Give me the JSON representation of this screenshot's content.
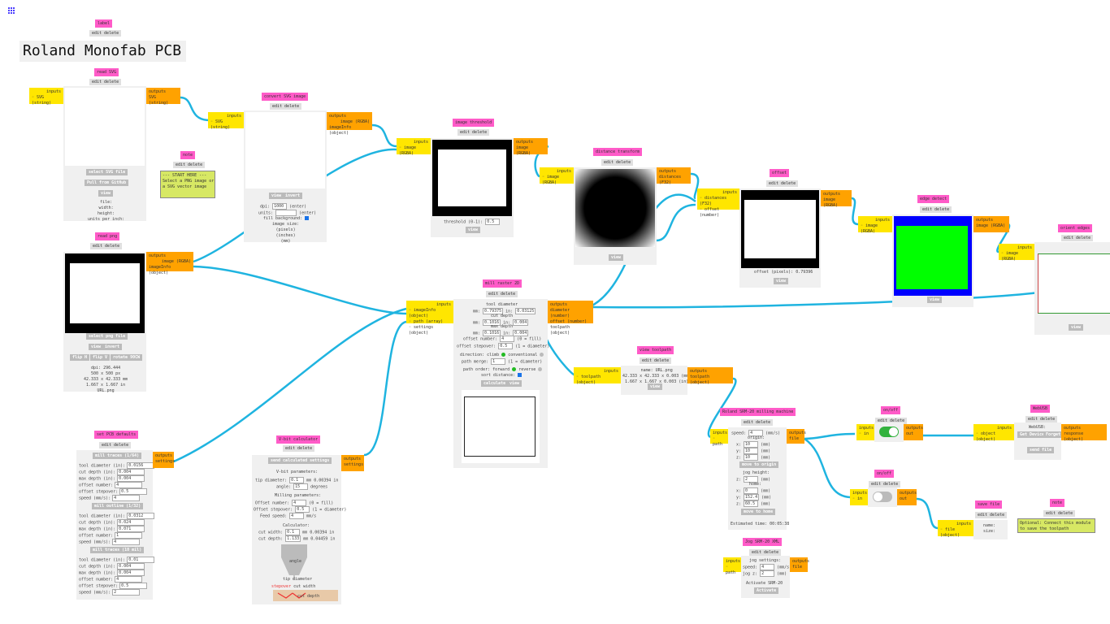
{
  "app": {
    "menu_icon": "grid-icon"
  },
  "label_module": {
    "tag": "label",
    "edit": "edit delete",
    "title": "Roland Monofab PCB"
  },
  "read_svg": {
    "tag": "read SVG",
    "edit": "edit delete",
    "inputs": "inputs",
    "in1": "◦ SVG (string)",
    "outputs": "outputs",
    "out1": "SVG (string)",
    "btn_select": "select SVG file",
    "btn_fetch": "Pull from GitHub",
    "btn_view": "view",
    "info": "file:\nwidth:\nheight:\nunits per inch:"
  },
  "note1": {
    "tag": "note",
    "edit": "edit delete",
    "text": "--- START HERE ---\nSelect a PNG image or\na SVG vector image"
  },
  "convert_svg": {
    "tag": "convert SVG image",
    "edit": "edit delete",
    "inputs": "inputs",
    "in1": "◦ SVG (string)",
    "outputs": "outputs",
    "out1": "image (RGBA)",
    "out2": "imageInfo (object)",
    "btn_view": "view",
    "btn_invert": "invert",
    "dpi_label": "dpi:",
    "dpi_val": "1000",
    "dpi_unit": "(enter)",
    "units_label": "units:",
    "units_unit": "(enter)",
    "fill_label": "fill background:",
    "info": "image size:\n(pixels)\n(inches)\n(mm)"
  },
  "image_threshold": {
    "tag": "image threshold",
    "edit": "edit delete",
    "inputs": "inputs",
    "in1": "◦ image (RGBA)",
    "outputs": "outputs",
    "out1": "image (RGBA)",
    "thr_label": "threshold (0-1):",
    "thr_val": "0.5",
    "btn_view": "view"
  },
  "distance_transform": {
    "tag": "distance transform",
    "edit": "edit delete",
    "inputs": "inputs",
    "in1": "◦ image (RGBA)",
    "outputs": "outputs",
    "out1": "distances (F32)",
    "btn_view": "view"
  },
  "offset": {
    "tag": "offset",
    "edit": "edit delete",
    "inputs": "inputs",
    "in1": "◦ distances (F32)",
    "in2": "◦ offset (number)",
    "outputs": "outputs",
    "out1": "image (RGBA)",
    "off_label": "offset (pixels):",
    "off_val": "0.79396",
    "btn_view": "view"
  },
  "edge_detect": {
    "tag": "edge detect",
    "edit": "edit delete",
    "inputs": "inputs",
    "in1": "◦ image (RGBA)",
    "outputs": "outputs",
    "out1": "image (RGBA)",
    "btn_view": "view"
  },
  "orient_edges": {
    "tag": "orient edges",
    "edit": "edit delete",
    "inputs": "inputs",
    "in1": "◦ image (RGBA)",
    "btn_view": "view"
  },
  "read_png": {
    "tag": "read png",
    "edit": "edit delete",
    "outputs": "outputs",
    "out1": "image (RGBA)",
    "out2": "imageInfo (object)",
    "btn_select": "select png file",
    "btn_view": "view",
    "btn_invert": "invert",
    "btn_fliph": "flip H",
    "btn_flipv": "flip V",
    "btn_rotate": "rotate 90CW",
    "info": "dpi: 296.444\n500 x 500 px\n42.333 x 42.333 mm\n1.667 x 1.667 in\nURL.png"
  },
  "mill_raster": {
    "tag": "mill raster 2D",
    "edit": "edit delete",
    "inputs": "inputs",
    "in1": "◦ imageInfo (object)",
    "in2": "◦ path (array)",
    "in3": "◦ settings (object)",
    "outputs": "outputs",
    "out1": "diameter (number)",
    "out2": "offset (number)",
    "out3": "toolpath (object)",
    "td_label": "tool diameter",
    "td_mm": "0.79375",
    "td_in": "0.03125",
    "cd_label": "cut depth",
    "cd_mm": "0.1016",
    "cd_in": "0.004",
    "md_label": "max depth",
    "md_mm": "0.1016",
    "md_in": "0.004",
    "on_label": "offset number:",
    "on_val": "4",
    "on_hint": "(0 = fill)",
    "os_label": "offset stepover:",
    "os_val": "0.5",
    "os_hint": "(1 = diameter)",
    "dir_label": "direction: climb",
    "dir_alt": "conventional",
    "pm_label": "path merge:",
    "pm_val": "1",
    "pm_hint": "(1 = diameter)",
    "po_label": "path order: forward",
    "po_alt": "reverse",
    "sd_label": "sort distance:",
    "btn_calc": "calculate",
    "btn_view": "view",
    "mm": "mm:",
    "in": "in:"
  },
  "view_toolpath": {
    "tag": "view toolpath",
    "edit": "edit delete",
    "inputs": "inputs",
    "in1": "◦ toolpath (object)",
    "outputs": "outputs",
    "out1": "toolpath (object)",
    "info": "name: URL.png\n42.333 x 42.333 x 0.003 (mm)\n1.667 x 1.667 x 0.003 (in)",
    "btn_view": "view"
  },
  "set_pcb": {
    "tag": "set PCB defaults",
    "edit": "edit delete",
    "outputs": "outputs",
    "out1": "settings",
    "h1": "mill traces (1/64)",
    "h2": "mill outline (1/32)",
    "h3": "mill traces (10 mil)",
    "r1": [
      [
        "tool diameter (in):",
        "0.0156"
      ],
      [
        "cut depth (in):",
        "0.004"
      ],
      [
        "max depth (in):",
        "0.004"
      ],
      [
        "offset number:",
        "4"
      ],
      [
        "offset stepover:",
        "0.5"
      ],
      [
        "speed (mm/s):",
        "4"
      ]
    ],
    "r2": [
      [
        "tool diameter (in):",
        "0.0312"
      ],
      [
        "cut depth (in):",
        "0.024"
      ],
      [
        "max depth (in):",
        "0.071"
      ],
      [
        "offset number:",
        "1"
      ],
      [
        "speed (mm/s):",
        "4"
      ]
    ],
    "r3": [
      [
        "tool diameter (in):",
        "0.01"
      ],
      [
        "cut depth (in):",
        "0.004"
      ],
      [
        "max depth (in):",
        "0.004"
      ],
      [
        "offset number:",
        "4"
      ],
      [
        "offset stepover:",
        "0.5"
      ],
      [
        "speed (mm/s):",
        "2"
      ]
    ]
  },
  "vbit": {
    "tag": "V-bit calculator",
    "edit": "edit delete",
    "outputs": "outputs",
    "out1": "settings",
    "btn_send": "send calculated settings",
    "vbit_params": "V-bit parameters:",
    "tip_label": "tip diameter:",
    "tip_mm": "0.1",
    "tip_unit": "mm",
    "tip_in": "0.00394",
    "tip_in_unit": "in",
    "angle_label": "angle:",
    "angle_val": "15",
    "angle_unit": "degrees",
    "mill_params": "Milling parameters:",
    "on_label": "Offset number:",
    "on_val": "4",
    "on_hint": "(0 = fill)",
    "os_label": "Offset stepover:",
    "os_val": "0.5",
    "os_hint": "(1 = diameter)",
    "fs_label": "Feed speed:",
    "fs_val": "4",
    "fs_unit": "mm/s",
    "calc_label": "Calculator:",
    "cw_label": "cut width:",
    "cw_mm": "0.1",
    "cw_in": "0.00394",
    "cd_label": "cut depth:",
    "cd_mm": "1.133",
    "cd_in": "0.04459",
    "angle_word": "angle",
    "tip_word": "tip diameter",
    "stepover_word": "stepover",
    "cutwidth_word": "cut width",
    "cutdepth_word": "cut depth"
  },
  "roland": {
    "tag": "Roland SRM-20 milling machine",
    "edit": "edit delete",
    "inputs": "inputs",
    "in1": "◦ path",
    "outputs": "outputs",
    "out1": "file",
    "speed_label": "speed:",
    "speed_val": "4",
    "speed_unit": "(mm/s)",
    "origin_label": "origin:",
    "x_label": "x:",
    "x_val": "10",
    "y_label": "y:",
    "y_val": "10",
    "z_label": "z:",
    "z_val": "10",
    "mm": "(mm)",
    "btn_origin": "move to origin",
    "jog_label": "jog height:",
    "jog_val": "2",
    "home_label": "home:",
    "hx": "0",
    "hy": "152.4",
    "hz": "60.5",
    "btn_home": "move to home",
    "est": "Estimated time: 00:05:38"
  },
  "srm_jog": {
    "tag": "Jog SRM-20 XML",
    "edit": "edit delete",
    "inputs": "inputs",
    "in1": "◦ path",
    "outputs": "outputs",
    "out1": "file",
    "jog_settings": "jog settings:",
    "speed_label": "speed:",
    "speed_val": "4",
    "speed_unit": "(mm/s)",
    "jogz_label": "jog z:",
    "jogz_val": "2",
    "jogz_unit": "(mm)",
    "activate": "Activate SRM-20",
    "btn_activate": "Activate"
  },
  "on_off1": {
    "tag": "on/off",
    "edit": "edit delete",
    "inputs": "inputs",
    "in1": "◦ in",
    "outputs": "outputs",
    "out1": "out"
  },
  "on_off2": {
    "tag": "on/off",
    "edit": "edit delete",
    "inputs": "inputs",
    "in1": "◦ in",
    "outputs": "outputs",
    "out1": "out"
  },
  "websocket": {
    "tag": "WebUSB",
    "edit": "edit delete",
    "inputs": "inputs",
    "in1": "◦ object (object)",
    "outputs": "outputs",
    "out1": "response (object)",
    "label": "WebUSB:",
    "btn_device": "Get Device",
    "btn_forget": "Forget",
    "btn_send": "send file"
  },
  "save_file": {
    "tag": "save file",
    "edit": "edit delete",
    "inputs": "inputs",
    "in1": "◦ file (object)",
    "info": "name:\nsize:"
  },
  "note2": {
    "tag": "note",
    "edit": "edit delete",
    "text": "Optional: Connect this module\nto save the toolpath"
  },
  "colors": {
    "wire": "#1fb4e0",
    "tag": "#ff5bc8",
    "input": "#ffe600",
    "output": "#ffa200"
  }
}
